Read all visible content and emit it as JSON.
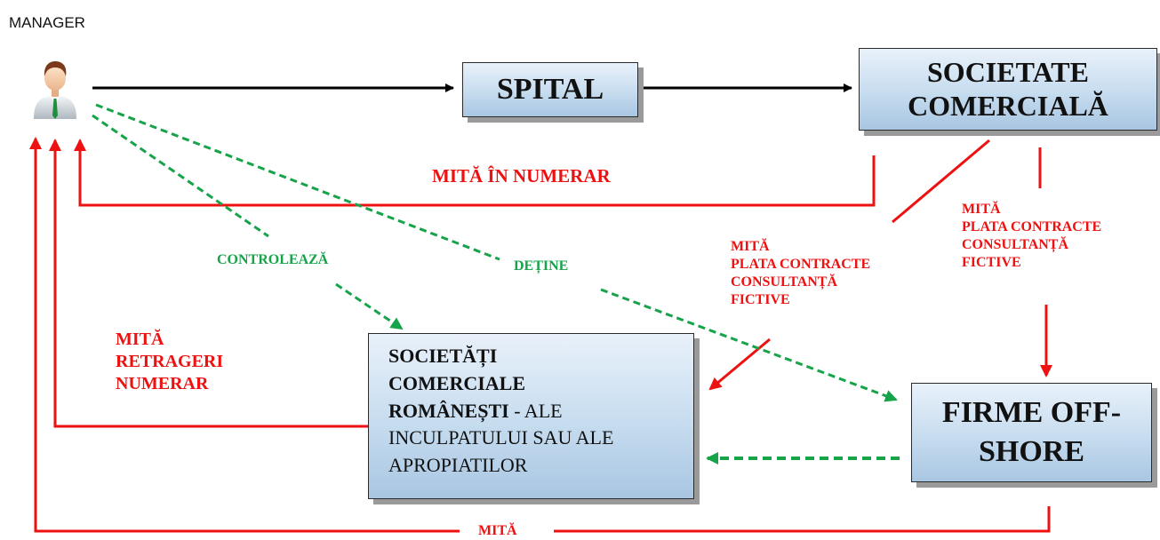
{
  "manager": {
    "label": "MANAGER"
  },
  "boxes": {
    "spital": "SPITAL",
    "societate": [
      "SOCIETATE",
      "COMERCIALĂ"
    ],
    "romanesti": {
      "bold_lines": [
        "SOCIETĂȚI",
        "COMERCIALE",
        "ROMÂNEȘTI"
      ],
      "suffix": " - ALE",
      "lines": [
        "INCULPATULUI SAU ALE",
        "APROPIATILOR"
      ]
    },
    "offshore": [
      "FIRME OFF-",
      "SHORE"
    ]
  },
  "labels": {
    "mita_numerar": "MITĂ ÎN NUMERAR",
    "controleaza": "CONTROLEAZĂ",
    "detine": "DEȚINE",
    "mita_plata_left": [
      "MITĂ",
      "PLATA CONTRACTE",
      "CONSULTANȚĂ",
      "FICTIVE"
    ],
    "mita_plata_right": [
      "MITĂ",
      "PLATA CONTRACTE",
      "CONSULTANȚĂ",
      "FICTIVE"
    ],
    "mita_retrageri": [
      "MITĂ",
      "RETRAGERI",
      "NUMERAR"
    ],
    "mita_bottom": "MITĂ"
  },
  "colors": {
    "red": "#ee1111",
    "green": "#16a34a",
    "black": "#000000",
    "box_fill": "#c6dcef"
  }
}
